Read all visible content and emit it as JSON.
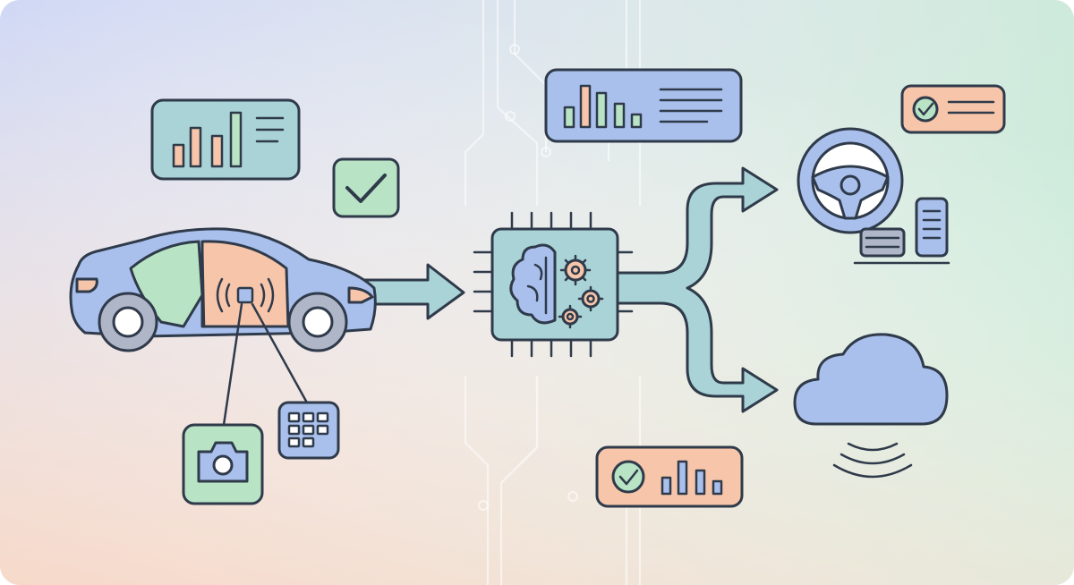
{
  "colors": {
    "outline": "#2f3a4a",
    "blue": "#a9c0ec",
    "teal": "#a9d3d6",
    "green": "#b8e3c4",
    "peach": "#f6c5aa",
    "gray": "#aeb6c8",
    "bg_top_left": "#c9d3f4",
    "bg_bottom_left": "#f8d8c6",
    "bg_right": "#c9ecd9"
  },
  "diagram": {
    "nodes": [
      {
        "id": "vehicle",
        "icon": "car-icon"
      },
      {
        "id": "sensor-unit",
        "icon": "sensor-chip-icon"
      },
      {
        "id": "camera",
        "icon": "camera-icon"
      },
      {
        "id": "sensor-array",
        "icon": "grid-sensor-icon"
      },
      {
        "id": "vehicle-metrics",
        "icon": "bar-chart-icon"
      },
      {
        "id": "vehicle-check",
        "icon": "checkmark-icon"
      },
      {
        "id": "ai-processor",
        "icon": "brain-chip-icon"
      },
      {
        "id": "processor-metrics",
        "icon": "bar-chart-icon"
      },
      {
        "id": "vehicle-control",
        "icon": "steering-wheel-icon"
      },
      {
        "id": "control-status",
        "icon": "checkmark-icon"
      },
      {
        "id": "cloud",
        "icon": "cloud-icon"
      },
      {
        "id": "cloud-status",
        "icon": "checkmark-icon"
      }
    ],
    "edges": [
      {
        "from": "vehicle",
        "to": "ai-processor",
        "icon": "arrow-right-icon"
      },
      {
        "from": "ai-processor",
        "to": "vehicle-control",
        "icon": "arrow-right-icon"
      },
      {
        "from": "ai-processor",
        "to": "cloud",
        "icon": "arrow-right-icon"
      },
      {
        "from": "sensor-unit",
        "to": "camera",
        "icon": "connector-line"
      },
      {
        "from": "sensor-unit",
        "to": "sensor-array",
        "icon": "connector-line"
      }
    ]
  }
}
